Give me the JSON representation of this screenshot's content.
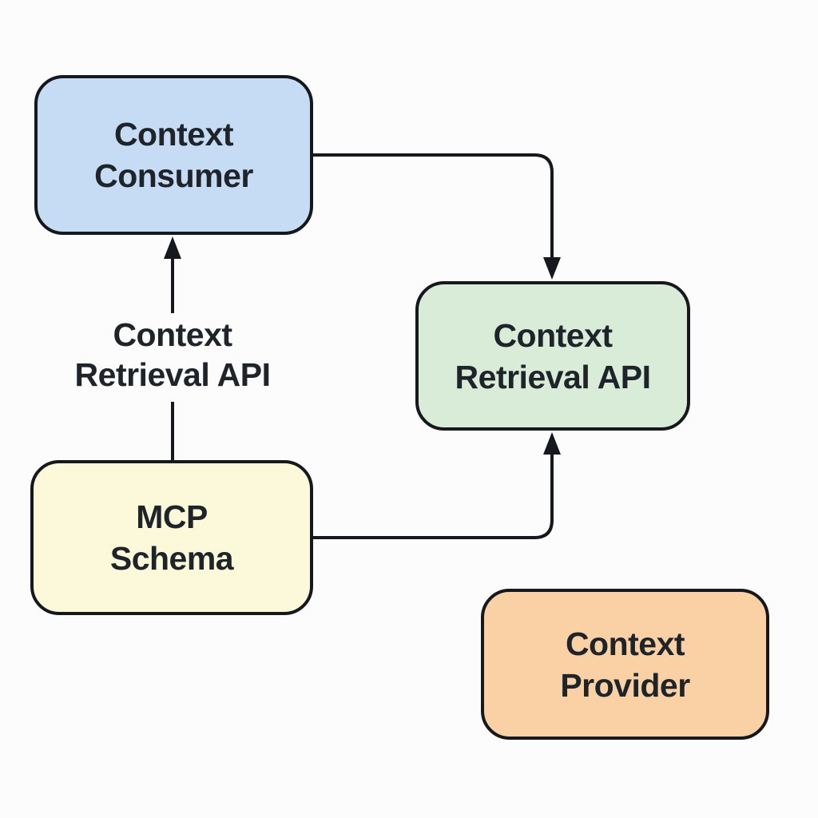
{
  "diagram": {
    "background_color": "#fcfcfc",
    "line_color": "#15181c",
    "text_color": "#1f242a",
    "nodes": [
      {
        "id": "context-consumer",
        "label": "Context Consumer",
        "lines": [
          "Context",
          "Consumer"
        ],
        "fill": "#c6dcf4"
      },
      {
        "id": "context-retrieval-api",
        "label": "Context Retrieval API",
        "lines": [
          "Context",
          "Retrieval API"
        ],
        "fill": "#d8ecd7"
      },
      {
        "id": "mcp-schema",
        "label": "MCP Schema",
        "lines": [
          "MCP",
          "Schema"
        ],
        "fill": "#fcf9da"
      },
      {
        "id": "context-provider",
        "label": "Context Provider",
        "lines": [
          "Context",
          "Provider"
        ],
        "fill": "#fad1a4"
      }
    ],
    "edges": [
      {
        "from": "context-consumer",
        "to": "context-retrieval-api",
        "label": ""
      },
      {
        "from": "mcp-schema",
        "to": "context-consumer",
        "label": "Context Retrieval API"
      },
      {
        "from": "mcp-schema",
        "to": "context-retrieval-api",
        "label": ""
      }
    ],
    "edge_label": {
      "lines": [
        "Context",
        "Retrieval API"
      ]
    }
  }
}
